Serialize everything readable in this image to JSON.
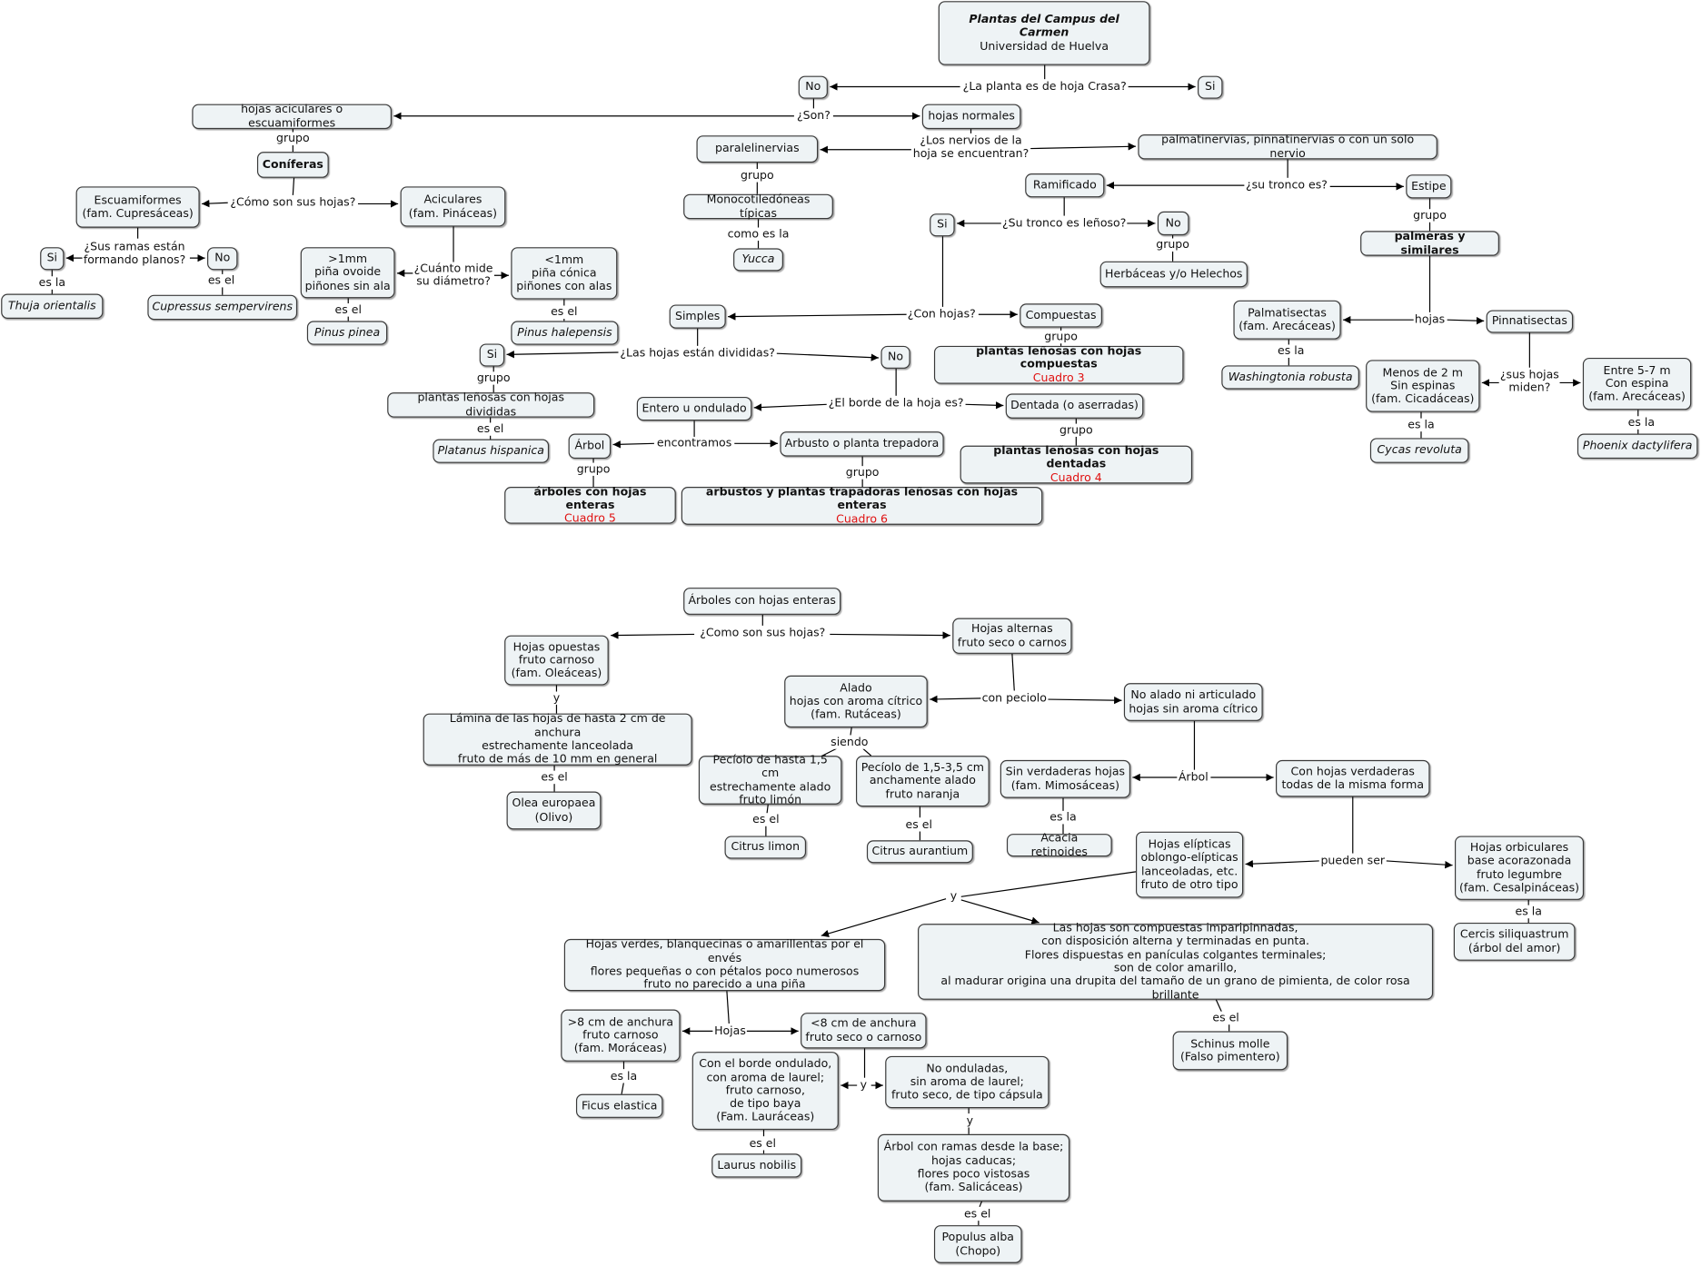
{
  "nodes": [
    {
      "id": "title",
      "text": "Plantas del Campus del Carmen",
      "sub": "Universidad de Huelva",
      "style": "title"
    },
    {
      "id": "no1",
      "text": "No"
    },
    {
      "id": "si1",
      "text": "Si"
    },
    {
      "id": "aciculares-escuamiformes",
      "text": "hojas aciculares o escuamiformes"
    },
    {
      "id": "hojas-normales",
      "text": "hojas normales"
    },
    {
      "id": "coniferas",
      "text": "Coníferas",
      "style": "bold"
    },
    {
      "id": "paralelinervias",
      "text": "paralelinervias"
    },
    {
      "id": "palmatinervias",
      "text": "palmatinervias, pinnatinervias o con un solo nervio"
    },
    {
      "id": "monocotiledoneas",
      "text": "Monocotiledóneas típicas"
    },
    {
      "id": "yucca",
      "text": "Yucca",
      "style": "italic"
    },
    {
      "id": "ramificado",
      "text": "Ramificado"
    },
    {
      "id": "estipe",
      "text": "Estipe"
    },
    {
      "id": "palmeras",
      "text": "palmeras y similares",
      "style": "bold"
    },
    {
      "id": "si2",
      "text": "Si"
    },
    {
      "id": "no2",
      "text": "No"
    },
    {
      "id": "herbaceas",
      "text": "Herbáceas y/o Helechos"
    },
    {
      "id": "escuamiformes",
      "text": "Escuamiformes\n(fam. Cupresáceas)"
    },
    {
      "id": "aciculares",
      "text": "Aciculares\n(fam. Pináceas)"
    },
    {
      "id": "si3",
      "text": "Si"
    },
    {
      "id": "no3",
      "text": "No"
    },
    {
      "id": "thuja",
      "text": "Thuja orientalis",
      "style": "italic"
    },
    {
      "id": "cupressus",
      "text": "Cupressus sempervirens",
      "style": "italic"
    },
    {
      "id": "mayor1mm",
      "text": ">1mm\npiña ovoide\npiñones sin ala"
    },
    {
      "id": "menor1mm",
      "text": "<1mm\npiña cónica\npiñones con alas"
    },
    {
      "id": "pinus-pinea",
      "text": "Pinus pinea",
      "style": "italic"
    },
    {
      "id": "pinus-halepensis",
      "text": "Pinus halepensis",
      "style": "italic"
    },
    {
      "id": "simples",
      "text": "Simples"
    },
    {
      "id": "compuestas",
      "text": "Compuestas"
    },
    {
      "id": "pl-compuestas",
      "text": "plantas leñosas con hojas compuestas",
      "sub": "Cuadro 3",
      "style": "bold"
    },
    {
      "id": "si4",
      "text": "Si"
    },
    {
      "id": "no4",
      "text": "No"
    },
    {
      "id": "pl-divididas",
      "text": "plantas leñosas con hojas divididas"
    },
    {
      "id": "platanus",
      "text": "Platanus hispanica",
      "style": "italic"
    },
    {
      "id": "entero",
      "text": "Entero u ondulado"
    },
    {
      "id": "dentada",
      "text": "Dentada (o aserradas)"
    },
    {
      "id": "arbol",
      "text": "Árbol"
    },
    {
      "id": "arbusto",
      "text": "Arbusto o planta trepadora"
    },
    {
      "id": "arboles-enteras",
      "text": "árboles con hojas enteras",
      "sub": "Cuadro 5",
      "style": "bold"
    },
    {
      "id": "arbustos-enteras",
      "text": "arbustos y plantas trapadoras leñosas con hojas enteras",
      "sub": "Cuadro 6",
      "style": "bold"
    },
    {
      "id": "pl-dentadas",
      "text": "plantas leñosas con hojas dentadas",
      "sub": "Cuadro 4",
      "style": "bold"
    },
    {
      "id": "palmatisectas",
      "text": "Palmatisectas\n(fam. Arecáceas)"
    },
    {
      "id": "pinnatisectas",
      "text": "Pinnatisectas"
    },
    {
      "id": "washingtonia",
      "text": "Washingtonia robusta",
      "style": "italic"
    },
    {
      "id": "menos2m",
      "text": "Menos de 2 m\nSin espinas\n(fam. Cicadáceas)"
    },
    {
      "id": "entre57",
      "text": "Entre 5-7 m\nCon espina\n(fam. Arecáceas)"
    },
    {
      "id": "cycas",
      "text": "Cycas revoluta",
      "style": "italic"
    },
    {
      "id": "phoenix",
      "text": "Phoenix dactylifera",
      "style": "italic"
    },
    {
      "id": "arboles-h",
      "text": "Árboles con hojas enteras"
    },
    {
      "id": "opuestas",
      "text": "Hojas opuestas\nfruto carnoso\n(fam. Oleáceas)"
    },
    {
      "id": "alternas",
      "text": "Hojas alternas\nfruto seco o carnos"
    },
    {
      "id": "lamina",
      "text": "Lámina de las hojas de hasta 2 cm de anchura\nestrechamente lanceolada\nfruto de más de 10 mm en general"
    },
    {
      "id": "olea",
      "text": "Olea europaea\n(Olivo)"
    },
    {
      "id": "alado",
      "text": "Alado\nhojas con aroma cítrico\n(fam. Rutáceas)"
    },
    {
      "id": "no-alado",
      "text": "No alado ni articulado\nhojas sin aroma cítrico"
    },
    {
      "id": "peciolo15",
      "text": "Pecíolo de hasta 1,5 cm\nestrechamente alado\nfruto limón"
    },
    {
      "id": "peciolo153",
      "text": "Pecíolo de 1,5-3,5 cm\nanchamente alado\nfruto naranja"
    },
    {
      "id": "citrus-limon",
      "text": "Citrus limon"
    },
    {
      "id": "citrus-aurantium",
      "text": "Citrus aurantium"
    },
    {
      "id": "sin-verdaderas",
      "text": "Sin verdaderas hojas\n(fam. Mimosáceas)"
    },
    {
      "id": "con-verdaderas",
      "text": "Con hojas verdaderas\ntodas de la misma forma"
    },
    {
      "id": "acacia",
      "text": "Acacia retinoides"
    },
    {
      "id": "elipticas",
      "text": "Hojas elípticas\noblongo-elípticas\nlanceoladas, etc.\nfruto de otro tipo"
    },
    {
      "id": "orbiculares",
      "text": "Hojas orbiculares\nbase acorazonada\nfruto legumbre\n(fam. Cesalpináceas)"
    },
    {
      "id": "cercis",
      "text": "Cercis siliquastrum\n(árbol del amor)"
    },
    {
      "id": "verdes",
      "text": "Hojas verdes, blanquecinas o amarillentas por el envés\nflores pequeñas o con pétalos poco numerosos\nfruto no parecido a una piña"
    },
    {
      "id": "imparipinnadas",
      "text": "Las hojas son compuestas imparipinnadas,\ncon disposición alterna y terminadas en punta.\nFlores dispuestas en panículas colgantes terminales;\nson de color amarillo,\nal madurar origina una drupita del tamaño de un grano de pimienta, de color rosa brillante"
    },
    {
      "id": "schinus",
      "text": "Schinus molle\n(Falso pimentero)"
    },
    {
      "id": "mas8cm",
      "text": ">8 cm de anchura\nfruto carnoso\n(fam. Moráceas)"
    },
    {
      "id": "menos8cm",
      "text": "<8 cm de anchura\nfruto seco o carnoso"
    },
    {
      "id": "ficus",
      "text": "Ficus elastica"
    },
    {
      "id": "laurel",
      "text": "Con el borde ondulado,\ncon aroma de laurel;\nfruto carnoso,\nde tipo baya\n(Fam. Lauráceas)"
    },
    {
      "id": "no-onduladas",
      "text": "No onduladas,\nsin aroma de laurel;\nfruto seco, de tipo cápsula"
    },
    {
      "id": "laurus",
      "text": "Laurus nobilis"
    },
    {
      "id": "salicaceas",
      "text": "Árbol con ramas desde la base;\nhojas caducas;\nflores poco vistosas\n(fam. Salicáceas)"
    },
    {
      "id": "populus",
      "text": "Populus alba\n(Chopo)"
    }
  ],
  "links": [
    {
      "id": "crasa",
      "text": "¿La planta es de hoja Crasa?"
    },
    {
      "id": "son",
      "text": "¿Son?"
    },
    {
      "id": "grupo-coniferas",
      "text": "grupo"
    },
    {
      "id": "nervios",
      "text": "¿Los nervios de la\nhoja se encuentran?"
    },
    {
      "id": "grupo-monocot",
      "text": "grupo"
    },
    {
      "id": "como-es-la",
      "text": "como es la"
    },
    {
      "id": "su-tronco",
      "text": "¿su tronco es?"
    },
    {
      "id": "grupo-palmeras",
      "text": "grupo"
    },
    {
      "id": "lenoso",
      "text": "¿Su tronco es leñoso?"
    },
    {
      "id": "grupo-herb",
      "text": "grupo"
    },
    {
      "id": "como-son",
      "text": "¿Cómo son sus hojas?"
    },
    {
      "id": "ramas",
      "text": "¿Sus ramas están\nformando planos?"
    },
    {
      "id": "es-la-thuja",
      "text": "es la"
    },
    {
      "id": "es-el-cupressus",
      "text": "es el"
    },
    {
      "id": "cuanto",
      "text": "¿Cuánto mide\nsu diámetro?"
    },
    {
      "id": "es-el-pinea",
      "text": "es el"
    },
    {
      "id": "es-el-halep",
      "text": "es el"
    },
    {
      "id": "con-hojas",
      "text": "¿Con hojas?"
    },
    {
      "id": "grupo-comp",
      "text": "grupo"
    },
    {
      "id": "divididas",
      "text": "¿Las hojas están divididas?"
    },
    {
      "id": "grupo-div",
      "text": "grupo"
    },
    {
      "id": "es-el-platanus",
      "text": "es el"
    },
    {
      "id": "borde",
      "text": "¿El borde de la hoja es?"
    },
    {
      "id": "grupo-dent",
      "text": "grupo"
    },
    {
      "id": "encontramos",
      "text": "encontramos"
    },
    {
      "id": "grupo-arbol",
      "text": "grupo"
    },
    {
      "id": "grupo-arbusto",
      "text": "grupo"
    },
    {
      "id": "hojas-palm",
      "text": "hojas"
    },
    {
      "id": "es-la-wash",
      "text": "es la"
    },
    {
      "id": "miden",
      "text": "¿sus hojas\nmiden?"
    },
    {
      "id": "es-la-cycas",
      "text": "es la"
    },
    {
      "id": "es-la-phoenix",
      "text": "es la"
    },
    {
      "id": "como-son-2",
      "text": "¿Como son sus hojas?"
    },
    {
      "id": "y-opuestas",
      "text": "y"
    },
    {
      "id": "es-el-olea",
      "text": "es el"
    },
    {
      "id": "con-peciolo",
      "text": "con peciolo"
    },
    {
      "id": "siendo",
      "text": "siendo"
    },
    {
      "id": "es-el-limon",
      "text": "es el"
    },
    {
      "id": "es-el-aur",
      "text": "es el"
    },
    {
      "id": "arbol-2",
      "text": "Árbol"
    },
    {
      "id": "es-la-acacia",
      "text": "es la"
    },
    {
      "id": "pueden-ser",
      "text": "pueden ser"
    },
    {
      "id": "es-la-cercis",
      "text": "es la"
    },
    {
      "id": "y-elipt",
      "text": "y"
    },
    {
      "id": "es-el-schinus",
      "text": "es el"
    },
    {
      "id": "hojas-2",
      "text": "Hojas"
    },
    {
      "id": "es-la-ficus",
      "text": "es la"
    },
    {
      "id": "y-menos8",
      "text": "y"
    },
    {
      "id": "es-el-laurus",
      "text": "es el"
    },
    {
      "id": "y-noond",
      "text": "y"
    },
    {
      "id": "es-el-populus",
      "text": "es el"
    }
  ]
}
